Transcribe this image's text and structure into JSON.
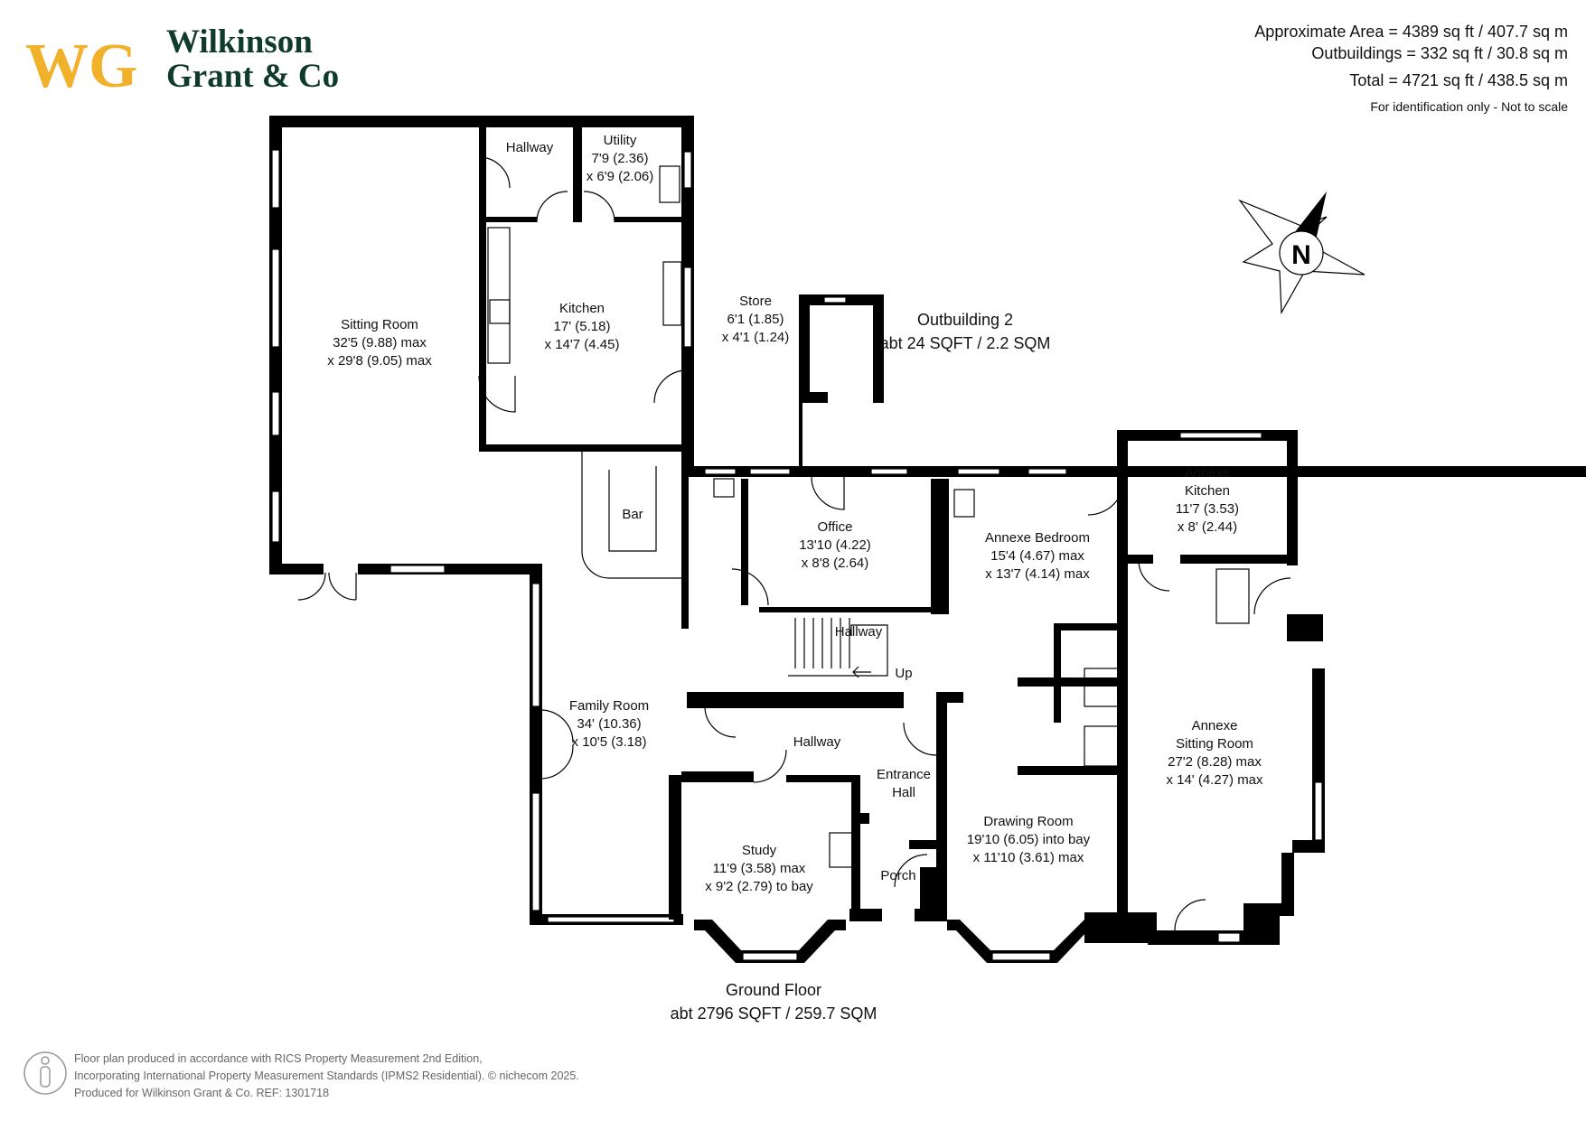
{
  "brand": {
    "initials": "WG",
    "name_line1": "Wilkinson",
    "name_line2": "Grant & Co",
    "colors": {
      "gold": "#f2b12a",
      "green": "#0f3a2c"
    }
  },
  "areas": {
    "approximate": "Approximate Area = 4389 sq ft / 407.7 sq m",
    "outbuildings": "Outbuildings = 332 sq ft / 30.8 sq m",
    "total": "Total = 4721 sq ft / 438.5 sq m",
    "note": "For identification only - Not to scale"
  },
  "compass": {
    "letter": "N",
    "icon": "north-compass-icon"
  },
  "rooms": {
    "sitting_room": [
      "Sitting Room",
      "32'5 (9.88) max",
      "x 29'8 (9.05) max"
    ],
    "hallway_top": [
      "Hallway"
    ],
    "utility": [
      "Utility",
      "7'9 (2.36)",
      "x 6'9 (2.06)"
    ],
    "kitchen": [
      "Kitchen",
      "17' (5.18)",
      "x 14'7 (4.45)"
    ],
    "store": [
      "Store",
      "6'1 (1.85)",
      "x 4'1 (1.24)"
    ],
    "bar": [
      "Bar"
    ],
    "office": [
      "Office",
      "13'10 (4.22)",
      "x 8'8 (2.64)"
    ],
    "annexe_bedroom": [
      "Annexe Bedroom",
      "15'4 (4.67) max",
      "x 13'7 (4.14) max"
    ],
    "annexe_kitchen": [
      "Annexe",
      "Kitchen",
      "11'7 (3.53)",
      "x 8' (2.44)"
    ],
    "hallway_mid": [
      "Hallway"
    ],
    "up": [
      "Up"
    ],
    "family_room": [
      "Family Room",
      "34' (10.36)",
      "x 10'5 (3.18)"
    ],
    "hallway_low": [
      "Hallway"
    ],
    "entrance_hall": [
      "Entrance",
      "Hall"
    ],
    "annexe_sitting": [
      "Annexe",
      "Sitting Room",
      "27'2 (8.28) max",
      "x 14' (4.27) max"
    ],
    "drawing_room": [
      "Drawing Room",
      "19'10 (6.05) into bay",
      "x 11'10 (3.61) max"
    ],
    "study": [
      "Study",
      "11'9 (3.58) max",
      "x 9'2 (2.79) to bay"
    ],
    "porch": [
      "Porch"
    ]
  },
  "outbuilding": {
    "title": "Outbuilding 2",
    "area": "abt 24 SQFT / 2.2 SQM"
  },
  "floor": {
    "title": "Ground Floor",
    "area": "abt 2796 SQFT / 259.7 SQM"
  },
  "footer": {
    "line1": "Floor plan produced in accordance with RICS Property Measurement 2nd Edition,",
    "line2": "Incorporating International Property Measurement Standards (IPMS2 Residential).  © nichecom  2025.",
    "line3": "Produced for Wilkinson Grant & Co.   REF:  1301718"
  }
}
